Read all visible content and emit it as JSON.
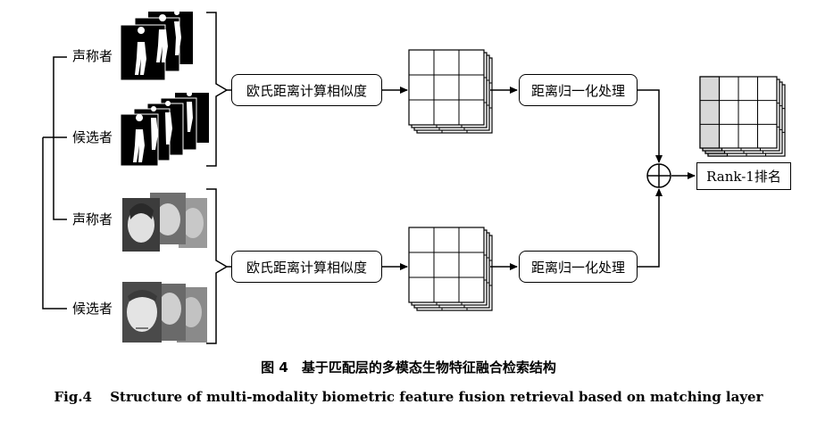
{
  "groups": [
    {
      "claimant_label": "声称者",
      "candidate_label": "候选者"
    },
    {
      "claimant_label": "声称者",
      "candidate_label": "候选者"
    }
  ],
  "process": {
    "similarity_label": "欧氏距离计算相似度",
    "normalize_label": "距离归一化处理"
  },
  "output": {
    "rank_label": "Rank-1排名"
  },
  "caption": {
    "zh": "图 4　基于匹配层的多模态生物特征融合检索结构",
    "en": "Fig.4　 Structure of multi-modality biometric feature fusion retrieval based on matching layer"
  }
}
